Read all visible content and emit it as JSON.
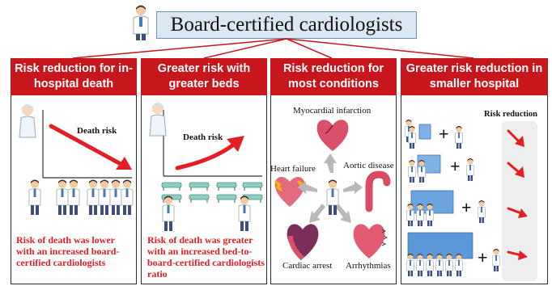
{
  "title": "Board-certified cardiologists",
  "panels": [
    {
      "header": "Risk reduction for in-hospital death",
      "chart_label": "Death risk",
      "note": "Risk of death was lower with an increased board-certified cardiologists"
    },
    {
      "header": "Greater risk with greater beds",
      "chart_label": "Death risk",
      "note": "Risk of death was greater with an increased bed-to-board-certified cardiologists ratio"
    },
    {
      "header": "Risk reduction for most conditions",
      "conditions": {
        "myocardial_infarction": "Myocardial infarction",
        "heart_failure": "Heart failure",
        "aortic_disease": "Aortic disease",
        "cardiac_arrest": "Cardiac arrest",
        "arrhythmias": "Arrhythmias"
      }
    },
    {
      "header": "Greater risk reduction in smaller hospital",
      "column_label": "Risk reduction",
      "plus_sign": "+"
    }
  ],
  "colors": {
    "header_red": "#c8161d",
    "note_red": "#e31e24",
    "title_fill": "#dbe8f4",
    "heart": "#d9506a"
  }
}
